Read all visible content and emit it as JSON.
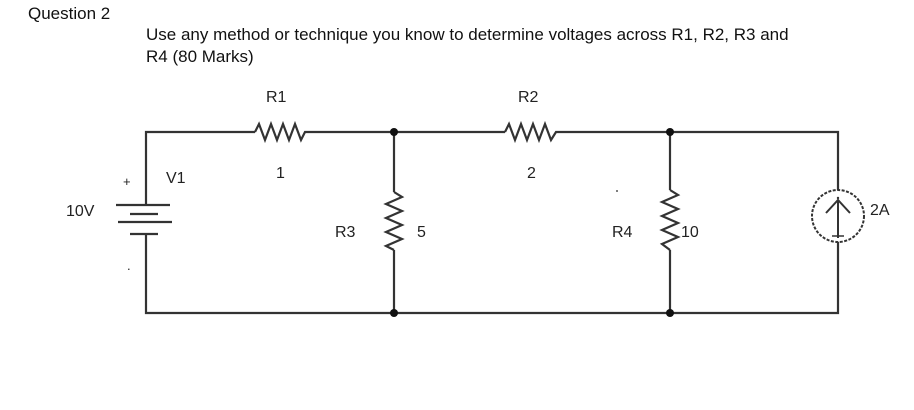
{
  "question": {
    "title": "Question 2",
    "text_line1": "Use any method or technique you know to determine voltages across R1, R2, R3 and",
    "text_line2": "R4 (80 Marks)"
  },
  "circuit": {
    "voltage_source": {
      "name": "V1",
      "value": "10V",
      "plus": "+",
      "minus": "."
    },
    "resistors": [
      {
        "name": "R1",
        "value": "1"
      },
      {
        "name": "R2",
        "value": "2"
      },
      {
        "name": "R3",
        "value": "5"
      },
      {
        "name": "R4",
        "value": "10"
      }
    ],
    "current_source": {
      "value": "2A"
    }
  }
}
